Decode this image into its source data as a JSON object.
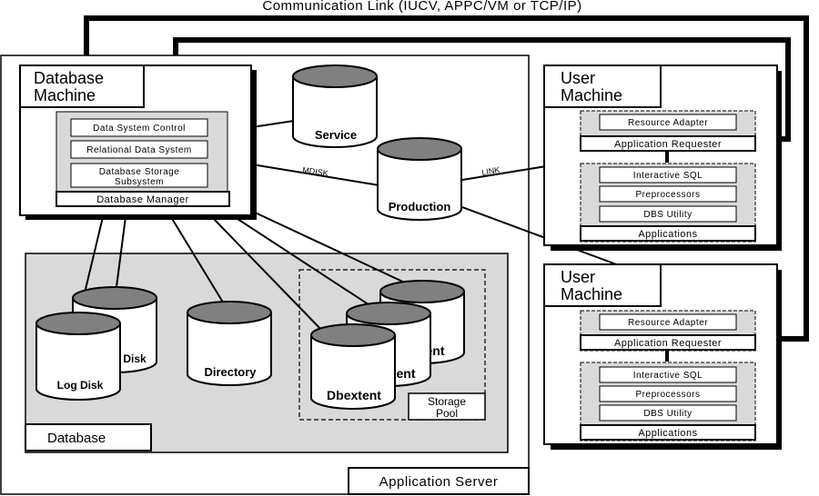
{
  "header": {
    "comm_link": "Communication   Link   (IUCV,   APPC/VM   or   TCP/IP)"
  },
  "database_machine": {
    "title_line1": "Database",
    "title_line2": "Machine",
    "components": [
      "Data  System  Control",
      "Relational  Data  System",
      "Database  Storage",
      "Subsystem"
    ],
    "manager": "Database   Manager"
  },
  "disks": {
    "service": "Service",
    "production": "Production",
    "mdisk_label": "MDISK",
    "link_label": "LINK"
  },
  "database_area": {
    "log_disk": "Log    Disk",
    "log_disk_back": "Disk",
    "directory": "Directory",
    "dbextent": "Dbextent",
    "dbextent_back1": "ent",
    "dbextent_back2": "ent",
    "storage_pool_line1": "Storage",
    "storage_pool_line2": "Pool",
    "label": "Database"
  },
  "app_server": {
    "label": "Application   Server"
  },
  "user_machines": [
    {
      "title_line1": "User",
      "title_line2": "Machine",
      "resource_adapter": "Resource   Adapter",
      "app_requester": "Application    Requester",
      "items": [
        "Interactive  SQL",
        "Preprocessors",
        "DBS   Utility"
      ],
      "applications": "Applications"
    },
    {
      "title_line1": "User",
      "title_line2": "Machine",
      "resource_adapter": "Resource   Adapter",
      "app_requester": "Application    Requester",
      "items": [
        "Interactive  SQL",
        "Preprocessors",
        "DBS   Utility"
      ],
      "applications": "Applications"
    }
  ]
}
